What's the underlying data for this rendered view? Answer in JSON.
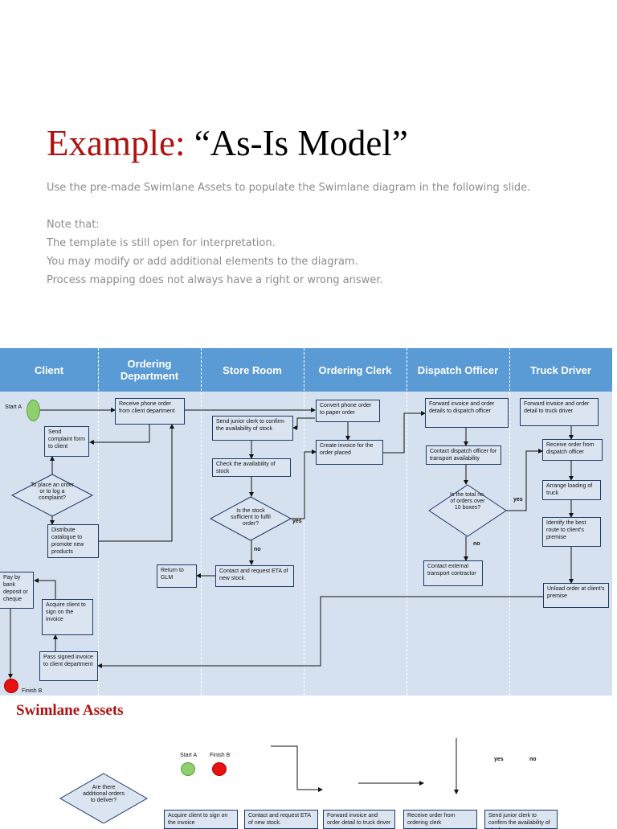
{
  "heading": {
    "prefix": "Example:",
    "main": "“As-Is Model”"
  },
  "intro": {
    "line1": "Use the pre-made Swimlane Assets to populate the Swimlane diagram in the following slide.",
    "note": "Note that:",
    "line2": "The template is still open for interpretation.",
    "line3": "You may modify or add additional elements to the diagram.",
    "line4": "Process mapping does not always have a right or wrong answer."
  },
  "colors": {
    "lane_header": "#5b9bd5",
    "lane_body": "#d6e1f0",
    "box_fill": "#dbe5f1",
    "title_accent": "#b01010",
    "start": "#8fcf6e",
    "finish": "#e81212"
  },
  "lanes": [
    "Client",
    "Ordering Department",
    "Store Room",
    "Ordering Clerk",
    "Dispatch Officer",
    "Truck Driver"
  ],
  "diagram": {
    "start_label": "Start A",
    "finish_label": "Finish B",
    "client": {
      "send_complaint": "Send complaint form to client",
      "decision": "To place an order or to log a complaint?",
      "distribute": "Distribute catalogue to promote new products",
      "pay": "Pay by bank deposit or cheque",
      "acquire": "Acquire client to sign on the invoice",
      "pass_signed": "Pass signed invoice to client department"
    },
    "ordering": {
      "receive_phone": "Receive phone order from client department"
    },
    "store": {
      "send_junior": "Send junior clerk to confirm the availability of stock",
      "check": "Check the availability of stock",
      "decision": "Is the stock sufficient to fulfil order?",
      "contact_eta": "Contact and request ETA of new stock.",
      "return": "Return to GLM"
    },
    "clerk": {
      "convert": "Convert phone order to paper order",
      "create_invoice": "Create invoice for the order placed"
    },
    "dispatch": {
      "forward": "Forward invoice and order details to dispatch officer",
      "contact": "Contact dispatch officer for transport availability",
      "decision": "Is the total no. of orders over 10 boxes?",
      "contact_ext": "Contact external transport contractor"
    },
    "truck": {
      "forward": "Forward invoice and order detail to truck driver",
      "receive": "Receive order from dispatch officer",
      "arrange": "Arrange loading of truck",
      "identify": "Identify the best route to client's premise",
      "unload": "Unload order at client's premise"
    },
    "yes": "yes",
    "no": "no"
  },
  "assets": {
    "title": "Swimlane Assets",
    "start_label": "Start A",
    "finish_label": "Finish B",
    "yes": "yes",
    "no": "no",
    "decision": "Are there additional orders to deliver?",
    "boxes": [
      "Acquire client to sign on the invoice",
      "Contact and request ETA of new stock.",
      "Forward invoice and order detail to truck driver",
      "Receive order from ordering clerk",
      "Send junior clerk to confirm the availability of stock"
    ]
  }
}
